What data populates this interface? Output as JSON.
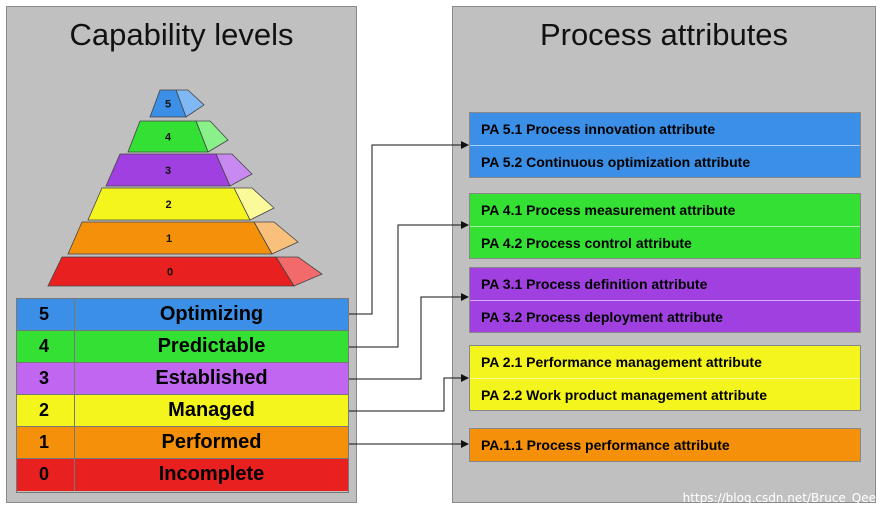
{
  "left_panel": {
    "title": "Capability levels"
  },
  "right_panel": {
    "title": "Process attributes"
  },
  "pyramid": {
    "layers": [
      {
        "label": "5",
        "color": "#3b8fe6",
        "side": "#7fb8f2"
      },
      {
        "label": "4",
        "color": "#33e033",
        "side": "#8af08a"
      },
      {
        "label": "3",
        "color": "#a040e0",
        "side": "#c88af0"
      },
      {
        "label": "2",
        "color": "#f5f51e",
        "side": "#fafa9a"
      },
      {
        "label": "1",
        "color": "#f5900a",
        "side": "#f8c07a"
      },
      {
        "label": "0",
        "color": "#e82020",
        "side": "#f26a6a"
      }
    ]
  },
  "levels": [
    {
      "num": "5",
      "name": "Optimizing",
      "color": "#3b8fe6"
    },
    {
      "num": "4",
      "name": "Predictable",
      "color": "#33e033"
    },
    {
      "num": "3",
      "name": "Established",
      "color": "#c066f0"
    },
    {
      "num": "2",
      "name": "Managed",
      "color": "#f5f51e"
    },
    {
      "num": "1",
      "name": "Performed",
      "color": "#f5900a"
    },
    {
      "num": "0",
      "name": "Incomplete",
      "color": "#e82020"
    }
  ],
  "attribute_groups": [
    {
      "color": "#3b8fe6",
      "items": [
        "PA 5.1 Process innovation attribute",
        "PA 5.2 Continuous optimization attribute"
      ]
    },
    {
      "color": "#33e033",
      "items": [
        "PA 4.1 Process measurement attribute",
        "PA 4.2 Process control attribute"
      ]
    },
    {
      "color": "#a040e0",
      "items": [
        "PA 3.1 Process definition attribute",
        "PA 3.2 Process deployment attribute"
      ]
    },
    {
      "color": "#f5f51e",
      "items": [
        "PA 2.1 Performance management attribute",
        "PA 2.2 Work product management attribute"
      ]
    },
    {
      "color": "#f5900a",
      "items": [
        "PA.1.1 Process performance attribute"
      ]
    }
  ],
  "watermark": "https://blog.csdn.net/Bruce_Qee"
}
